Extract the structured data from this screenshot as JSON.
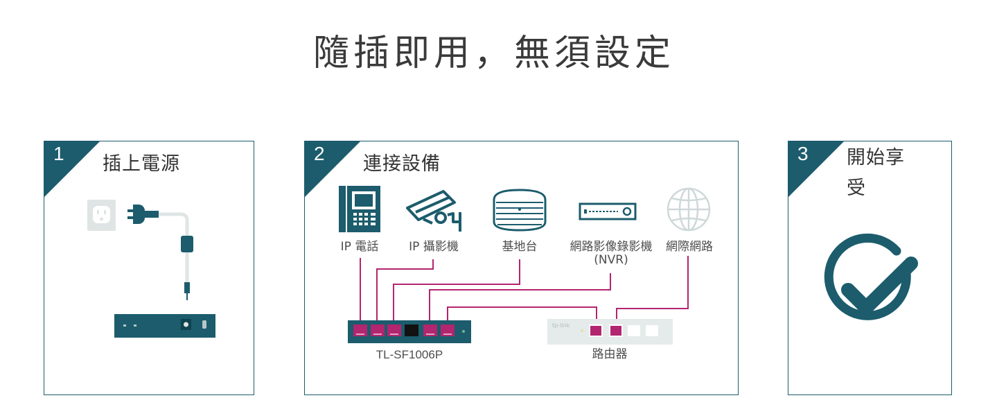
{
  "title": "隨插即用，無須設定",
  "colors": {
    "teal": "#1c5c6c",
    "magenta": "#b2256f",
    "pale": "#dfe5e4"
  },
  "steps": [
    {
      "number": "1",
      "title": "插上電源"
    },
    {
      "number": "2",
      "title": "連接設備"
    },
    {
      "number": "3",
      "title": "開始享受"
    }
  ],
  "devices": {
    "phone": "IP 電話",
    "camera": "IP 攝影機",
    "ap": "基地台",
    "nvr": "網路影像錄影機(NVR)",
    "internet": "網際網路"
  },
  "switch_model": "TL-SF1006P",
  "router_label": "路由器",
  "router_brand": "tp-link"
}
